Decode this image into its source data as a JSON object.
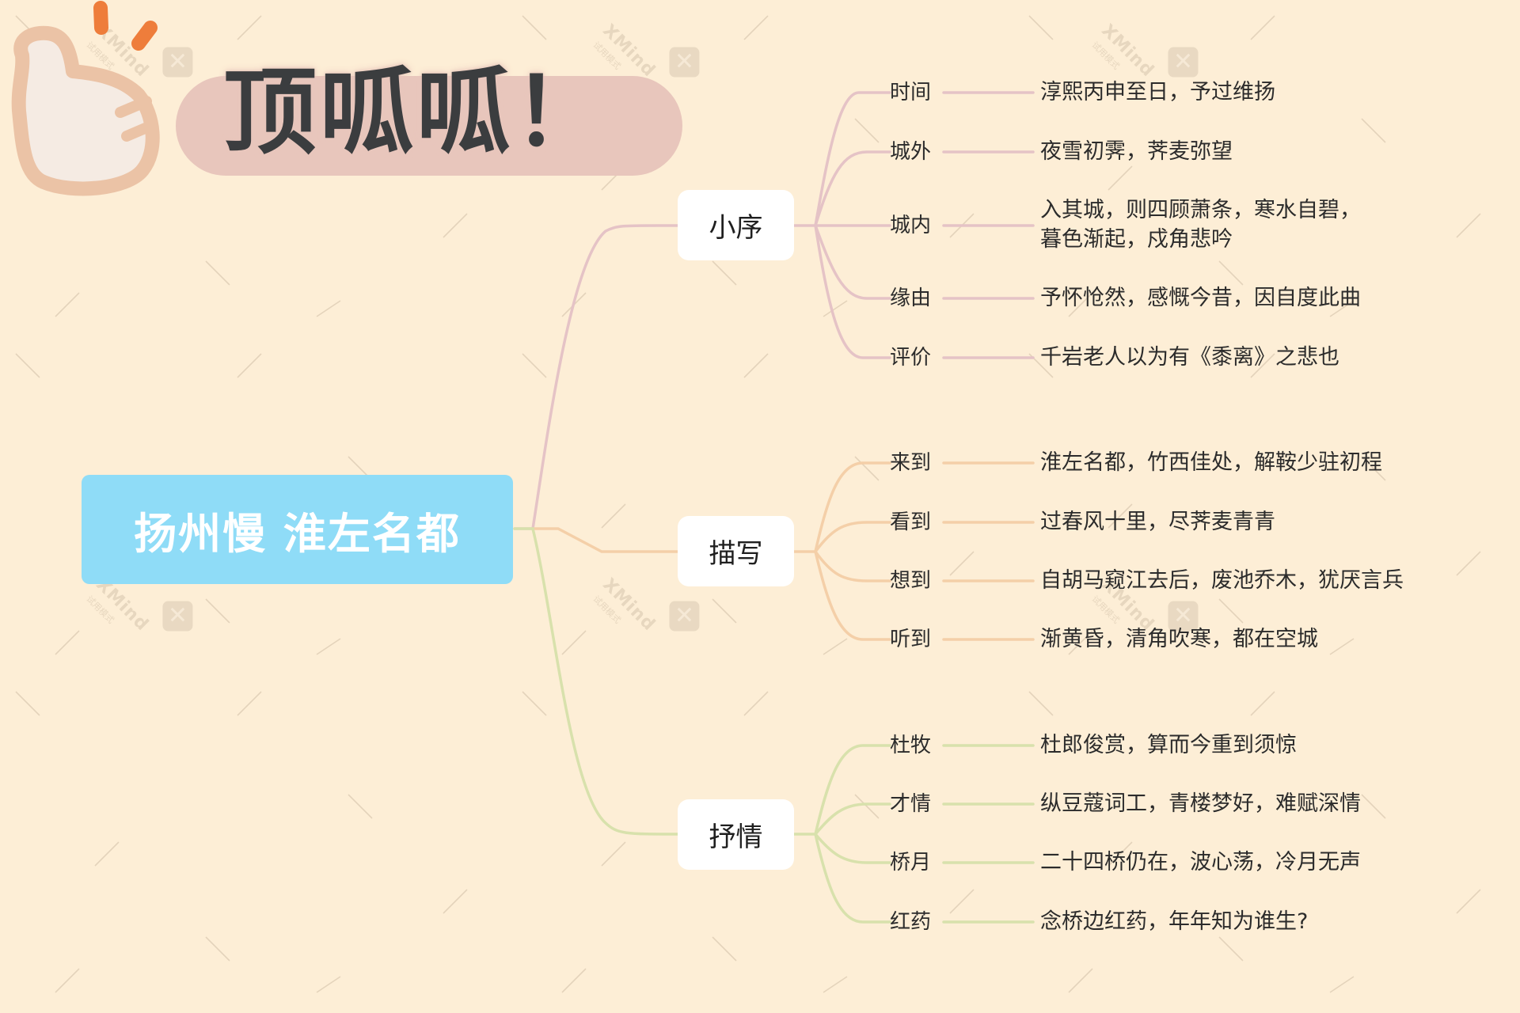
{
  "sticker": {
    "title": "顶呱呱！",
    "icon": "thumbs-up-icon"
  },
  "watermark": {
    "brand": "XMind",
    "mode": "试用模式",
    "icon_glyph": "✕"
  },
  "colors": {
    "background": "#fdeed6",
    "root": "#8fdcf7",
    "branch_xiaoxu": "#e5c3c6",
    "branch_miaoxie": "#f4cfa8",
    "branch_shuqing": "#d8e1ac",
    "title_pill": "#e8c6bc"
  },
  "mindmap": {
    "root": "扬州慢 淮左名都",
    "branches": [
      {
        "title": "小序",
        "items": [
          {
            "label": "时间",
            "text": "淳熙丙申至日，予过维扬"
          },
          {
            "label": "城外",
            "text": "夜雪初霁，荠麦弥望"
          },
          {
            "label": "城内",
            "text": "入其城，则四顾萧条，寒水自碧，",
            "text2": "暮色渐起，戍角悲吟"
          },
          {
            "label": "缘由",
            "text": "予怀怆然，感慨今昔，因自度此曲"
          },
          {
            "label": "评价",
            "text": "千岩老人以为有《黍离》之悲也"
          }
        ]
      },
      {
        "title": "描写",
        "items": [
          {
            "label": "来到",
            "text": "淮左名都，竹西佳处，解鞍少驻初程"
          },
          {
            "label": "看到",
            "text": "过春风十里，尽荠麦青青"
          },
          {
            "label": "想到",
            "text": "自胡马窥江去后，废池乔木，犹厌言兵"
          },
          {
            "label": "听到",
            "text": "渐黄昏，清角吹寒，都在空城"
          }
        ]
      },
      {
        "title": "抒情",
        "items": [
          {
            "label": "杜牧",
            "text": "杜郎俊赏，算而今重到须惊"
          },
          {
            "label": "才情",
            "text": "纵豆蔻词工，青楼梦好，难赋深情"
          },
          {
            "label": "桥月",
            "text": "二十四桥仍在，波心荡，冷月无声"
          },
          {
            "label": "红药",
            "text": "念桥边红药，年年知为谁生?"
          }
        ]
      }
    ]
  }
}
